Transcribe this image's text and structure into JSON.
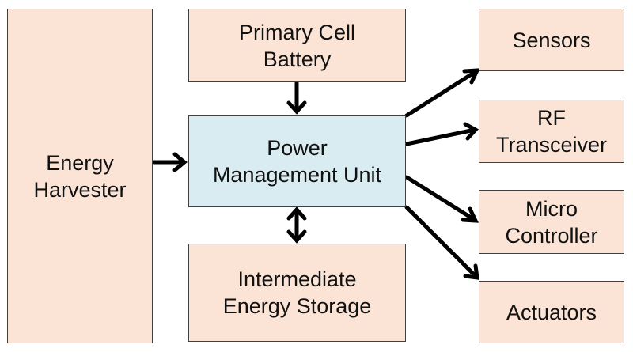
{
  "diagram": {
    "nodes": {
      "energy_harvester": "Energy\nHarvester",
      "primary_cell_battery": "Primary Cell\nBattery",
      "power_management_unit": "Power\nManagement Unit",
      "intermediate_energy_storage": "Intermediate\nEnergy Storage",
      "sensors": "Sensors",
      "rf_transceiver": "RF\nTransceiver",
      "micro_controller": "Micro\nController",
      "actuators": "Actuators"
    },
    "colors": {
      "node_fill": "#fbe4d5",
      "pmu_fill": "#d9ecf2",
      "border": "#404040",
      "arrow": "#000000"
    }
  }
}
